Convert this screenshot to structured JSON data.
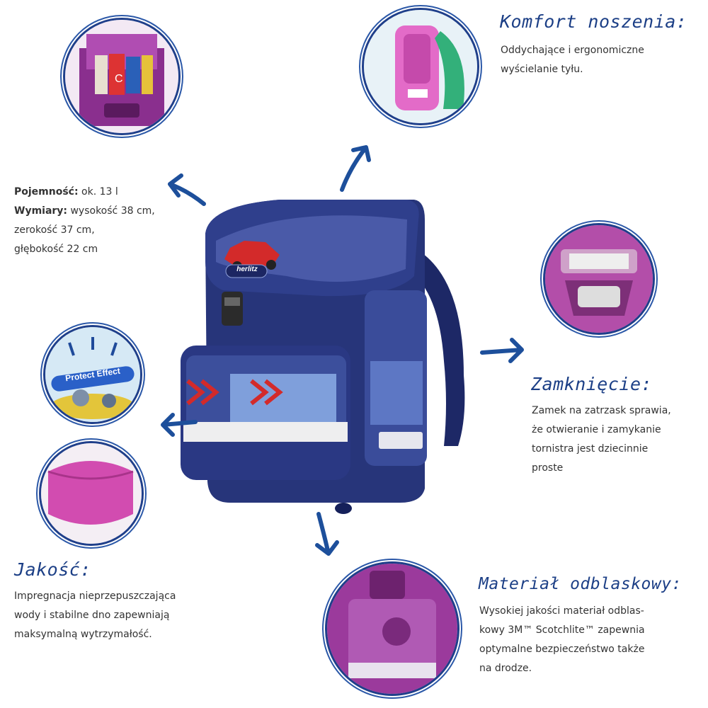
{
  "comfort": {
    "title": "Komfort noszenia:",
    "line1": "Oddychające i ergonomiczne",
    "line2": "wyścielanie tyłu."
  },
  "capacity": {
    "label1": "Pojemność:",
    "value1": " ok. 13 l",
    "label2": "Wymiary:",
    "value2": " wysokość 38 cm,",
    "line3": "zerokość 37 cm,",
    "line4": "głębokość 22 cm"
  },
  "closure": {
    "title": "Zamknięcie:",
    "line1": "Zamek na zatrzask sprawia,",
    "line2": "że otwieranie i zamykanie",
    "line3": "tornistra jest dziecinnie",
    "line4": "proste"
  },
  "quality": {
    "title": "Jakość:",
    "line1": "Impregnacja nieprzepuszczająca",
    "line2": "wody i stabilne dno zapewniają",
    "line3": "maksymalną wytrzymałość."
  },
  "reflective": {
    "title": "Materiał odblaskowy:",
    "line1": "Wysokiej jakości materiał odblas-",
    "line2": "kowy 3M™ Scotchlite™ zapewnia",
    "line3": "optymalne bezpieczeństwo także",
    "line4": "na drodze."
  },
  "protect_badge": {
    "text": "Protect Effect"
  },
  "brand_logo": {
    "text": "herlitz"
  },
  "colors": {
    "accent_blue": "#1c3f86",
    "circle_ring": "#2b58a8",
    "bag_navy": "#1f2a66",
    "feature_purple": "#9b3a9c",
    "feature_pink": "#d14aa8"
  }
}
